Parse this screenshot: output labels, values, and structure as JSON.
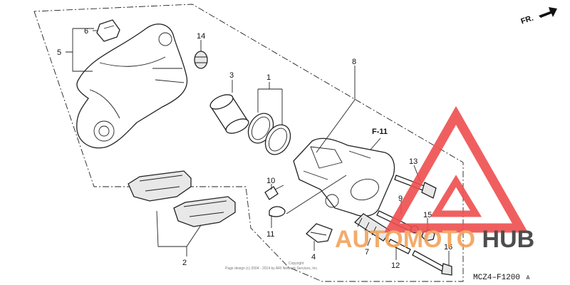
{
  "diagram": {
    "callouts": [
      {
        "id": "c1",
        "text": "1"
      },
      {
        "id": "c2",
        "text": "2"
      },
      {
        "id": "c3",
        "text": "3"
      },
      {
        "id": "c4",
        "text": "4"
      },
      {
        "id": "c5",
        "text": "5"
      },
      {
        "id": "c6",
        "text": "6"
      },
      {
        "id": "c7",
        "text": "7"
      },
      {
        "id": "c8",
        "text": "8"
      },
      {
        "id": "c9",
        "text": "9"
      },
      {
        "id": "c10",
        "text": "10"
      },
      {
        "id": "c11",
        "text": "11"
      },
      {
        "id": "c12",
        "text": "12"
      },
      {
        "id": "c13",
        "text": "13"
      },
      {
        "id": "c14",
        "text": "14"
      },
      {
        "id": "c15",
        "text": "15"
      },
      {
        "id": "c16",
        "text": "16"
      }
    ],
    "section_ref": "F-11",
    "direction_label": "FR.",
    "figure_code": "MCZ4–F1200",
    "figure_code_suffix": "A",
    "copyright_line1": "Copyright",
    "copyright_line2": "Page design (c) 2004 - 2014 by ARI Network Services, Inc."
  },
  "watermark": {
    "text_part1": "AUTOMOTO",
    "text_part2": "HUB",
    "color_main": "#f2a35a",
    "color_dark": "#3a3a3a",
    "color_triangle": "#ef4e4e"
  }
}
